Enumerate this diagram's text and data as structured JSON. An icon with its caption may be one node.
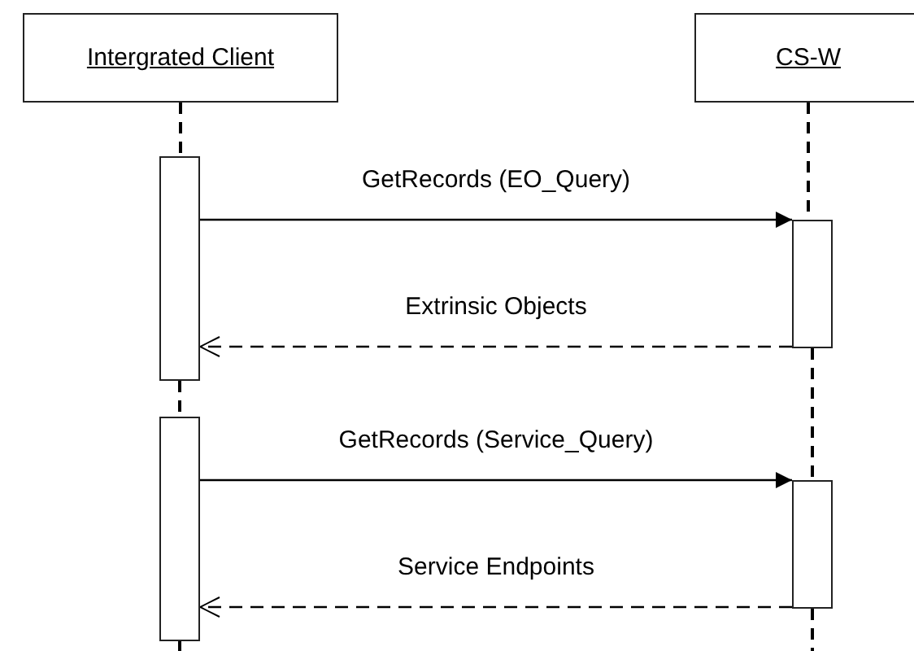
{
  "diagram": {
    "nodes": [
      {
        "text": [
          "Intergrated Client"
        ]
      },
      {
        "text": [
          "CS-W"
        ]
      },
      {
        "text": [],
        "shape": "bar"
      },
      {
        "text": [],
        "shape": "bar"
      },
      {
        "text": [],
        "shape": "bar"
      },
      {
        "text": [],
        "shape": "bar"
      }
    ],
    "edges": [
      {
        "from": 0,
        "to": 2,
        "arrow": "none",
        "style": "dashed"
      },
      {
        "from": 2,
        "to": 4,
        "arrow": "none",
        "style": "dashed"
      },
      {
        "from": 1,
        "to": 3,
        "arrow": "none",
        "style": "dashed"
      },
      {
        "from": 3,
        "to": 5,
        "arrow": "none",
        "style": "dashed"
      },
      {
        "from": 2,
        "to": 3,
        "arrow": "to",
        "label": "GetRecords (EO_Query)"
      },
      {
        "from": 3,
        "to": 2,
        "arrow": "to",
        "style": "dashed",
        "label": "Extrinsic Objects"
      },
      {
        "from": 4,
        "to": 5,
        "arrow": "to",
        "label": "GetRecords (Service_Query)"
      },
      {
        "from": 5,
        "to": 4,
        "arrow": "to",
        "style": "dashed",
        "label": "Service Endpoints"
      }
    ]
  }
}
